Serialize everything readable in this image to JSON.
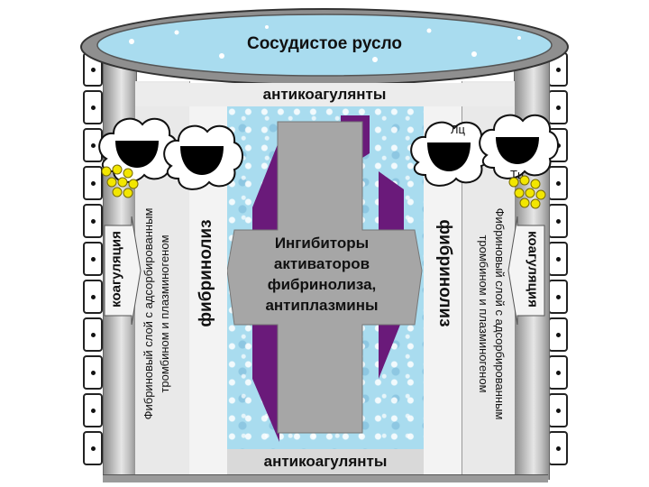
{
  "vessel_label": "Сосудистое русло",
  "anticoagulants_top": "антикоагулянты",
  "anticoagulants_bottom": "антикоагулянты",
  "coagulation_left": "коагуляция",
  "coagulation_right": "коагуляция",
  "fibrin_layer_left_line1": "Фибриновый слой с адсорбированным",
  "fibrin_layer_left_line2": "тромбином и плазминогеном",
  "fibrin_layer_right_line1": "Фибриновый слой с адсорбированным",
  "fibrin_layer_right_line2": "тромбином и плазминогеном",
  "fibrinolysis_left": "фибринолиз",
  "fibrinolysis_right": "фибринолиз",
  "inhibitors_lines": [
    "Ингибиторы",
    "активаторов",
    "фибринолиза,",
    "антиплазмины"
  ],
  "cell_label_lc": "Лц",
  "cell_label_tc": "Тц",
  "colors": {
    "water": "#a9dcef",
    "wall_gray": "#bdbdbd",
    "purple": "#6a1a7a",
    "platelet_yellow": "#f2e600"
  }
}
